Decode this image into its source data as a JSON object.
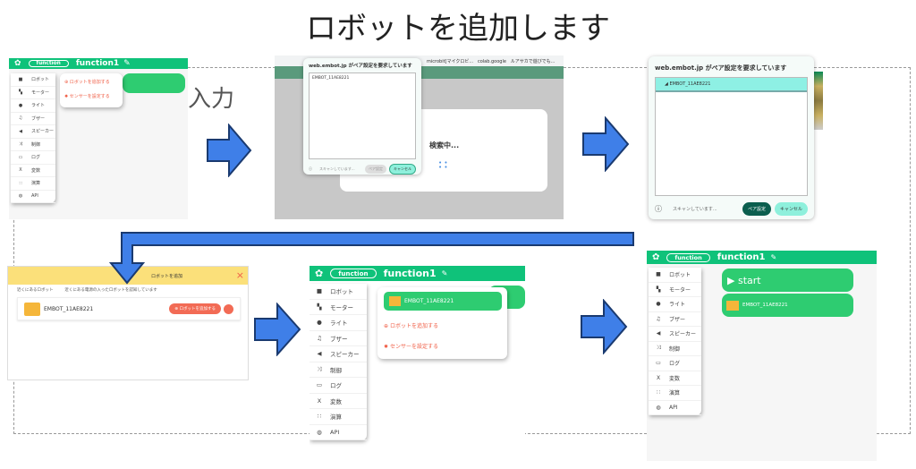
{
  "title": "ロボットを追加します",
  "input_label": "入力",
  "app": {
    "function_badge": "function",
    "function_name": "function1",
    "edit_icon": "✎"
  },
  "menu": [
    {
      "icon": "■",
      "label": "ロボット"
    },
    {
      "icon": "▚",
      "label": "モーター"
    },
    {
      "icon": "●",
      "label": "ライト"
    },
    {
      "icon": "♫",
      "label": "ブザー"
    },
    {
      "icon": "◀",
      "label": "スピーカー"
    },
    {
      "icon": "⤨",
      "label": "制御"
    },
    {
      "icon": "▭",
      "label": "ログ"
    },
    {
      "icon": "X",
      "label": "変数"
    },
    {
      "icon": "∷",
      "label": "演算"
    },
    {
      "icon": "◍",
      "label": "API"
    }
  ],
  "popup": {
    "add_robot": "ロボットを追加する",
    "set_sensor": "センサーを設定する"
  },
  "browser": {
    "bookmarks": [
      "microbit[マイクロビ...",
      "colab.google",
      "ルアサカで遊びでも..."
    ]
  },
  "pair_dialog": {
    "title": "web.embot.jp がペア設定を要求しています",
    "device": "EMBOT_11AE8221",
    "scanning": "スキャンしています...",
    "pair_button": "ペア設定",
    "cancel_button": "キャンセル"
  },
  "searching": "検索中...",
  "add_dialog": {
    "title": "ロボットを追加",
    "close": "×",
    "nearby_label": "近くにあるロボット",
    "nearby_desc": "近くにある電源の入ったロボットを認知しています",
    "robot_name": "EMBOT_11AE8221",
    "add_button": "ロボットを追加する"
  },
  "robot_block": "EMBOT_11AE8221",
  "start_block": "start",
  "colors": {
    "green": "#0fc27a",
    "arrow": "#3f7fe8",
    "accent": "#f06048"
  }
}
